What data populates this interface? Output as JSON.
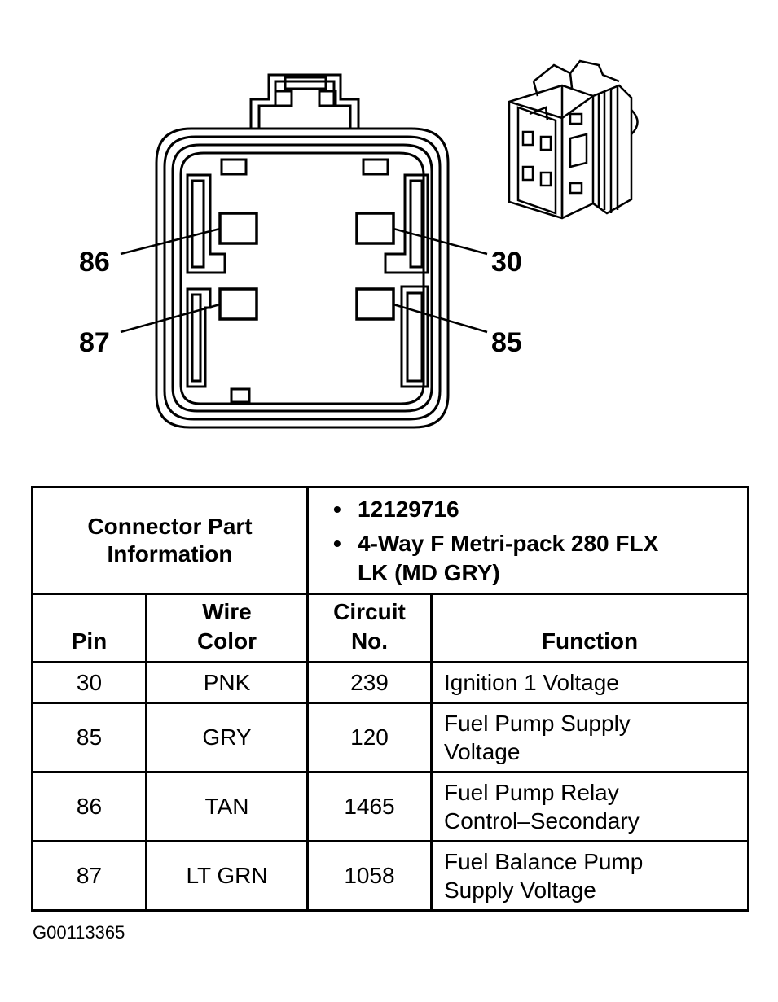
{
  "pins": {
    "p86": "86",
    "p87": "87",
    "p30": "30",
    "p85": "85"
  },
  "connector_info": {
    "header_line1": "Connector Part",
    "header_line2": "Information",
    "bullet": "•",
    "part_number": "12129716",
    "description_line1": "4-Way F Metri-pack 280 FLX",
    "description_line2": "LK (MD GRY)"
  },
  "columns": {
    "pin": "Pin",
    "wire_color_line1": "Wire",
    "wire_color_line2": "Color",
    "circuit_line1": "Circuit",
    "circuit_line2": "No.",
    "function": "Function"
  },
  "rows": [
    {
      "pin": "30",
      "color": "PNK",
      "circuit": "239",
      "function_line1": "Ignition 1 Voltage",
      "function_line2": ""
    },
    {
      "pin": "85",
      "color": "GRY",
      "circuit": "120",
      "function_line1": "Fuel Pump Supply",
      "function_line2": "Voltage"
    },
    {
      "pin": "86",
      "color": "TAN",
      "circuit": "1465",
      "function_line1": "Fuel Pump Relay",
      "function_line2": "Control–Secondary"
    },
    {
      "pin": "87",
      "color": "LT GRN",
      "circuit": "1058",
      "function_line1": "Fuel Balance Pump",
      "function_line2": "Supply Voltage"
    }
  ],
  "image_id": "G00113365"
}
